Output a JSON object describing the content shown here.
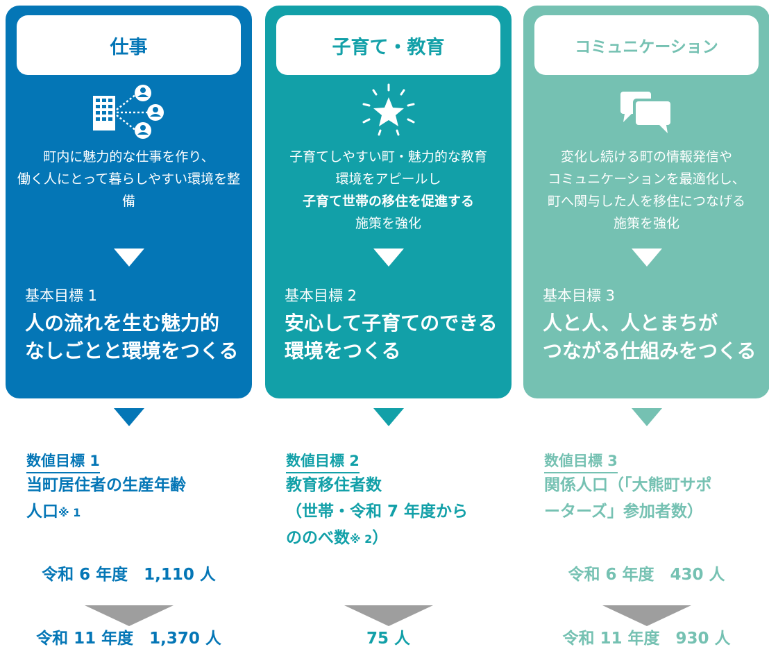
{
  "colors": {
    "col1": "#0476b6",
    "col2": "#12a0a8",
    "col3": "#75c1b2",
    "grey_arrow": "#9e9e9e"
  },
  "columns": [
    {
      "tab_label": "仕事",
      "icon": "building-network-icon",
      "description": [
        {
          "text": "町内に魅力的な仕事を作り、",
          "bold": false
        },
        {
          "text": "働く人にとって暮らしやすい環境を整",
          "bold": false
        },
        {
          "text": "備",
          "bold": false
        }
      ],
      "goal_label": "基本目標 1",
      "goal_title": [
        "人の流れを生む魅力的",
        "なしごとと環境をつくる"
      ],
      "numeric_label": "数値目標 1",
      "numeric_title": [
        "当町居住者の生産年齢",
        "人口"
      ],
      "numeric_note": "※ 1",
      "current": "令和 6 年度　1,110 人",
      "target": "令和 11 年度　1,370 人"
    },
    {
      "tab_label": "子育て・教育",
      "icon": "sparkle-star-icon",
      "description": [
        {
          "text": "子育てしやすい町・魅力的な教育",
          "bold": false
        },
        {
          "text": "環境をアピールし",
          "bold": false
        },
        {
          "text": "子育て世帯の移住を促進する",
          "bold": true
        },
        {
          "text": "施策を強化",
          "bold": false
        }
      ],
      "goal_label": "基本目標 2",
      "goal_title": [
        "安心して子育てのできる",
        "環境をつくる"
      ],
      "numeric_label": "数値目標 2",
      "numeric_title": [
        "教育移住者数",
        "（世帯・令和 7 年度から",
        "ののべ数"
      ],
      "numeric_note": "※ 2",
      "numeric_close": "）",
      "current": "",
      "target": "75 人"
    },
    {
      "tab_label": "コミュニケーション",
      "icon": "chat-bubbles-icon",
      "description": [
        {
          "text": "変化し続ける町の情報発信や",
          "bold": false
        },
        {
          "text": "コミュニケーションを最適化し、",
          "bold": false
        },
        {
          "text": "町へ関与した人を移住につなげる",
          "bold": false
        },
        {
          "text": "施策を強化",
          "bold": false
        }
      ],
      "goal_label": "基本目標 3",
      "goal_title": [
        "人と人、人とまちが",
        "つながる仕組みをつくる"
      ],
      "numeric_label": "数値目標 3",
      "numeric_title": [
        "関係人口（「大熊町サポ",
        "ーターズ」参加者数）"
      ],
      "numeric_note": "",
      "current": "令和 6 年度　430 人",
      "target": "令和 11 年度　930 人"
    }
  ]
}
